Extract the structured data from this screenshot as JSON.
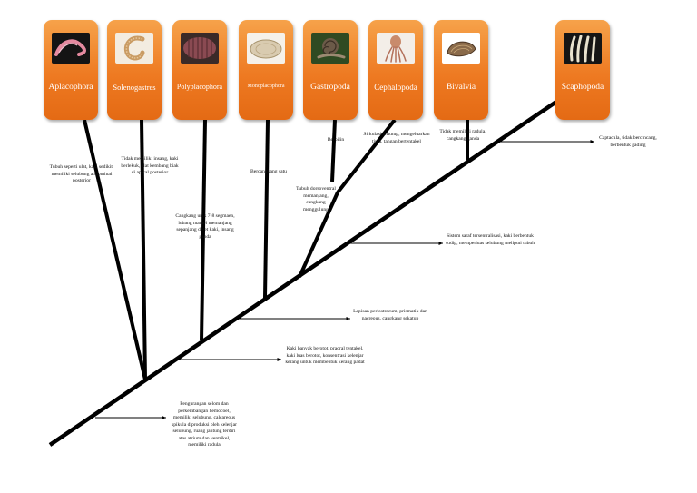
{
  "taxa": [
    {
      "id": "aplacophora",
      "label": "Aplacophora",
      "icon": "aplacophora-worm-photo"
    },
    {
      "id": "solenogastres",
      "label": "Solenogastres",
      "icon": "solenogastres-worm-photo"
    },
    {
      "id": "polyplacophora",
      "label": "Polyplacophora",
      "icon": "chiton-photo"
    },
    {
      "id": "monoplacophora",
      "label": "Monoplacophora",
      "icon": "monoplacophoran-shell-photo"
    },
    {
      "id": "gastropoda",
      "label": "Gastropoda",
      "icon": "snail-photo"
    },
    {
      "id": "cephalopoda",
      "label": "Cephalopoda",
      "icon": "squid-photo"
    },
    {
      "id": "bivalvia",
      "label": "Bivalvia",
      "icon": "clam-shell-photo"
    },
    {
      "id": "scaphopoda",
      "label": "Scaphopoda",
      "icon": "tusk-shell-photo"
    }
  ],
  "branch_notes": {
    "aplacophora": "Tubuh seperti ulat, kaki sedikit, memiliki selubung abdominal posterior",
    "solenogastres": "Tidak memiliki insang, kaki berlekuk, alat kembang biak di apical posterior",
    "polyplacophora": "Cangkang unik 7-8 segmaen, lubang mantel memanjang sepanjang deret kaki, insang ganda",
    "monoplacophora": "Bercangkang satu",
    "gastropoda": "Berpilin",
    "gastropoda_cephalopoda": "Tubuh dorsoventral memanjang, cangkang menggulung",
    "cephalopoda": "Sirkulasi tertutup, mengeluarkan tinta, tangan bertentakel",
    "bivalvia": "Tidak memiliki radula, cangkang ganda",
    "scaphopoda": "Captacula, tidak bercincang, berbentuk gading"
  },
  "node_notes": {
    "root": "Pengurangan selom dan perkembangan hemocoel, memiliki selubung, calcareous spikula diproduksi oleh kelenjar selubung, ruang jantung terdiri atas atrium dan ventrikel, memiliki radula",
    "conchifera": "Kaki banyak berotot, praoral tentakel, kaki luas berotot, konsentrasi kelenjar kerang untuk membentuk kerang padat",
    "shell_layers": "Lapisan periostracum, prismatik dan nacreous, cangkang sekatup",
    "nervous_system": "Sistem saraf tersentralisasi, kaki berbentuk sudip, memperluas selubung meliputi tubuh"
  },
  "colors": {
    "card_top": "#f6a24a",
    "card_bottom": "#e46a14",
    "line": "#000000",
    "label_text": "#ffffff"
  }
}
